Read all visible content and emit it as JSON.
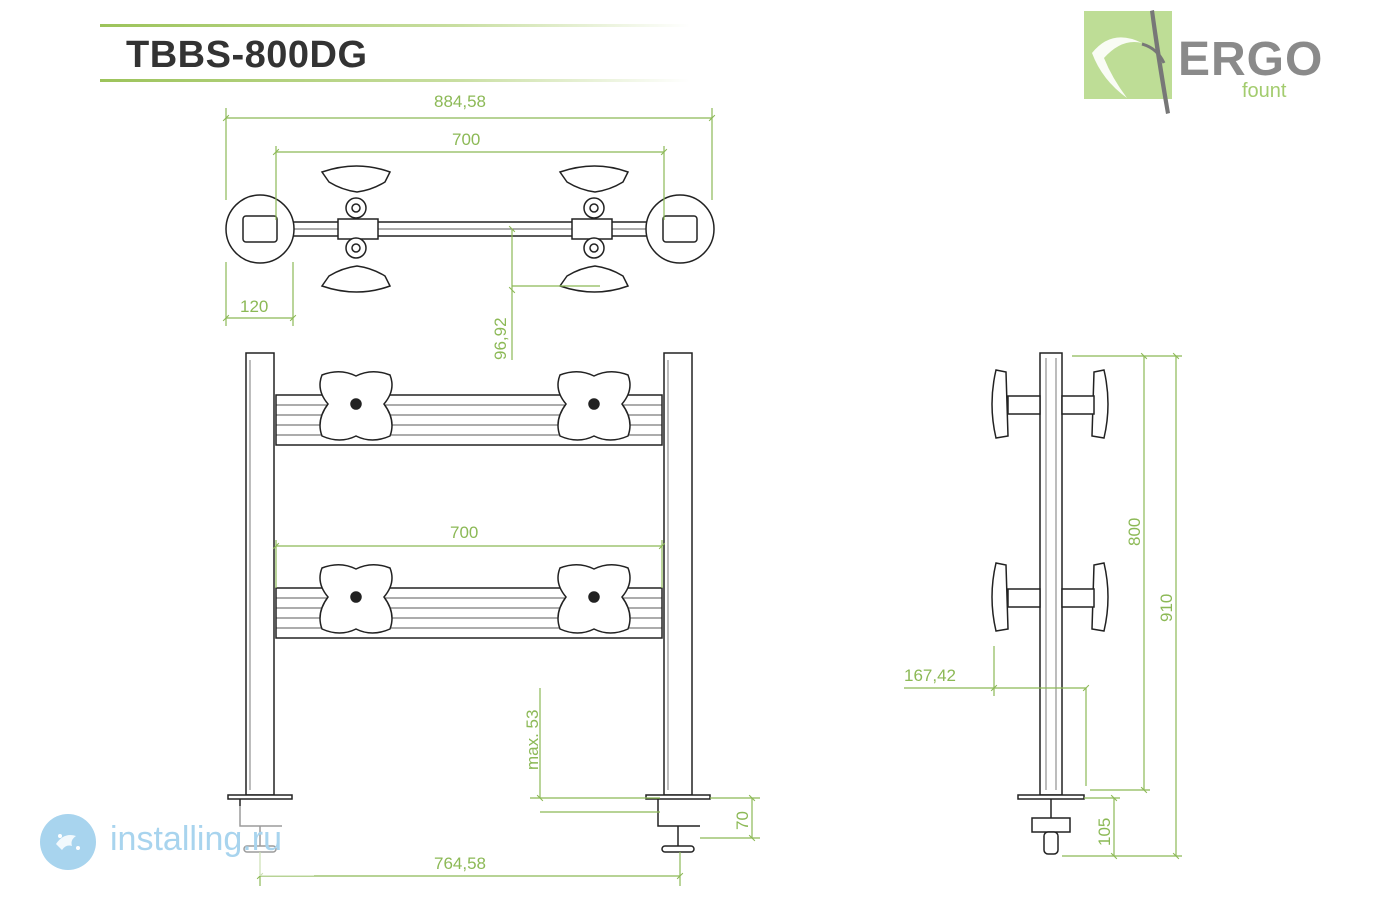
{
  "title": "TBBS-800DG",
  "brand": {
    "name": "ERGO",
    "sub": "fount"
  },
  "watermark": "installing.ru",
  "dimensions": {
    "top_overall": "884,58",
    "top_arm": "700",
    "top_clamp": "120",
    "top_offset": "96,92",
    "front_arm": "700",
    "front_base": "764,58",
    "front_max": "max. 53",
    "front_clamp": "70",
    "side_800": "800",
    "side_910": "910",
    "side_depth": "167,42",
    "side_105": "105"
  },
  "colors": {
    "dimension": "#8cb956",
    "line": "#222222",
    "brand_green": "#bedd96",
    "logo_text": "#8a8a8a"
  },
  "icons": [
    "ergo-swoosh-icon",
    "bird-icon"
  ]
}
